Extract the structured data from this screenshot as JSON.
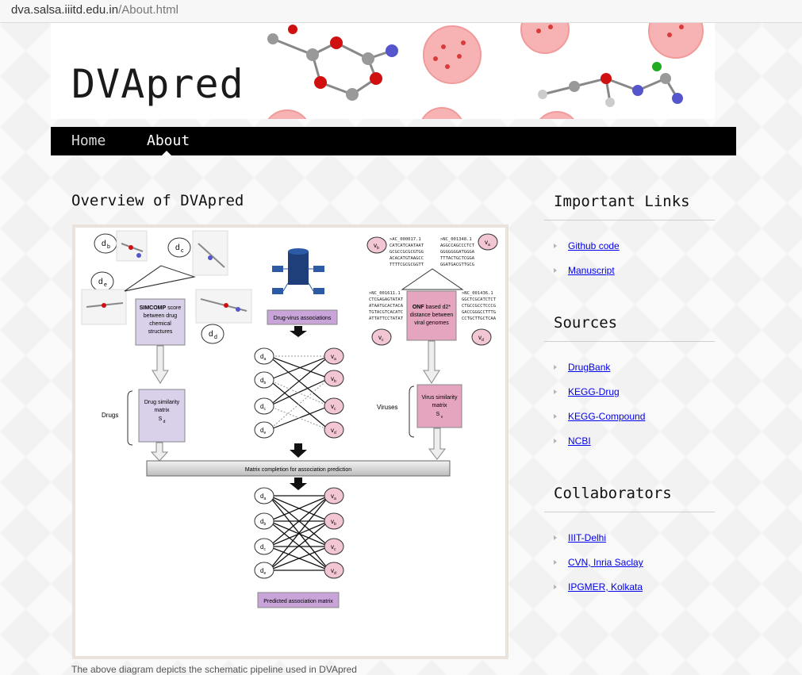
{
  "browser": {
    "url_host": "dva.salsa.iiitd.edu.in",
    "url_path": "/About.html"
  },
  "site": {
    "logo": "DVApred"
  },
  "nav": {
    "items": [
      {
        "label": "Home"
      },
      {
        "label": "About"
      }
    ],
    "active": "About"
  },
  "main": {
    "title": "Overview of DVApred",
    "caption": "The above diagram depicts the schematic pipeline used in DVApred",
    "figure": {
      "drug_nodes": [
        "d",
        "d",
        "d",
        "d"
      ],
      "drug_subs": [
        "b",
        "c",
        "e",
        "d"
      ],
      "simcomp_bold": "SIMCOMP",
      "simcomp_lines": [
        "score",
        "between drug",
        "chemical",
        "structures"
      ],
      "drug_sim_lines": [
        "Drug similarity",
        "matrix",
        "S"
      ],
      "drug_sim_sub": "d",
      "drugs_label": "Drugs",
      "db_label": "Drug-virus associations",
      "viruses_label": "Viruses",
      "virus_sim_lines": [
        "Virus similarity",
        "matrix",
        "S"
      ],
      "virus_sim_sub": "v",
      "onf_bold": "ONF",
      "onf_lines": [
        "based d2*",
        "distance between",
        "viral genomes"
      ],
      "matrix_label": "Matrix completion for association prediction",
      "predicted_label": "Predicted association matrix",
      "bip_left": [
        "a",
        "b",
        "c",
        "e"
      ],
      "bip_right": [
        "a",
        "b",
        "c",
        "d"
      ],
      "seq_a": {
        "id": ">AC_000017.1",
        "lines": [
          "CATCATCAATAAT",
          "GCGCCGCGCGTGG",
          "ACACATGTAAGCC",
          "TTTTCGCGCGGTT"
        ]
      },
      "seq_b": {
        "id": ">NC_001348.1",
        "lines": [
          "AGGCCAGCCCTCT",
          "GGGGGGGATGGGA",
          "TTTACTGCTCGGA",
          "GGATGACGTTGCG"
        ]
      },
      "seq_c": {
        "id": ">NC_001611.1",
        "lines": [
          "CTCGAGAGTATAT",
          "ATAATGCACTACA",
          "TGTACGTCACATC",
          "ATTATTCCTATAT"
        ]
      },
      "seq_d": {
        "id": ">NC_001436.1",
        "lines": [
          "GGCTCGCATCTCT",
          "CTGCCGCCTCCCG",
          "GACCGGGCCTTTG",
          "CCTGCTTGCTCAA"
        ]
      }
    }
  },
  "sidebar": {
    "sections": [
      {
        "title": "Important Links",
        "links": [
          "Github code",
          "Manuscript"
        ]
      },
      {
        "title": "Sources",
        "links": [
          "DrugBank",
          "KEGG-Drug",
          "KEGG-Compound",
          "NCBI"
        ]
      },
      {
        "title": "Collaborators",
        "links": [
          "IIIT-Delhi",
          "CVN, Inria Saclay",
          "IPGMER, Kolkata"
        ]
      }
    ]
  },
  "colors": {
    "nav_bg": "#000000",
    "link": "#0000ee",
    "drug_box": "#d9d0ea",
    "virus_box": "#e5a5bf",
    "db_box": "#c8a4d9",
    "node_pink": "#f3c6d3"
  }
}
